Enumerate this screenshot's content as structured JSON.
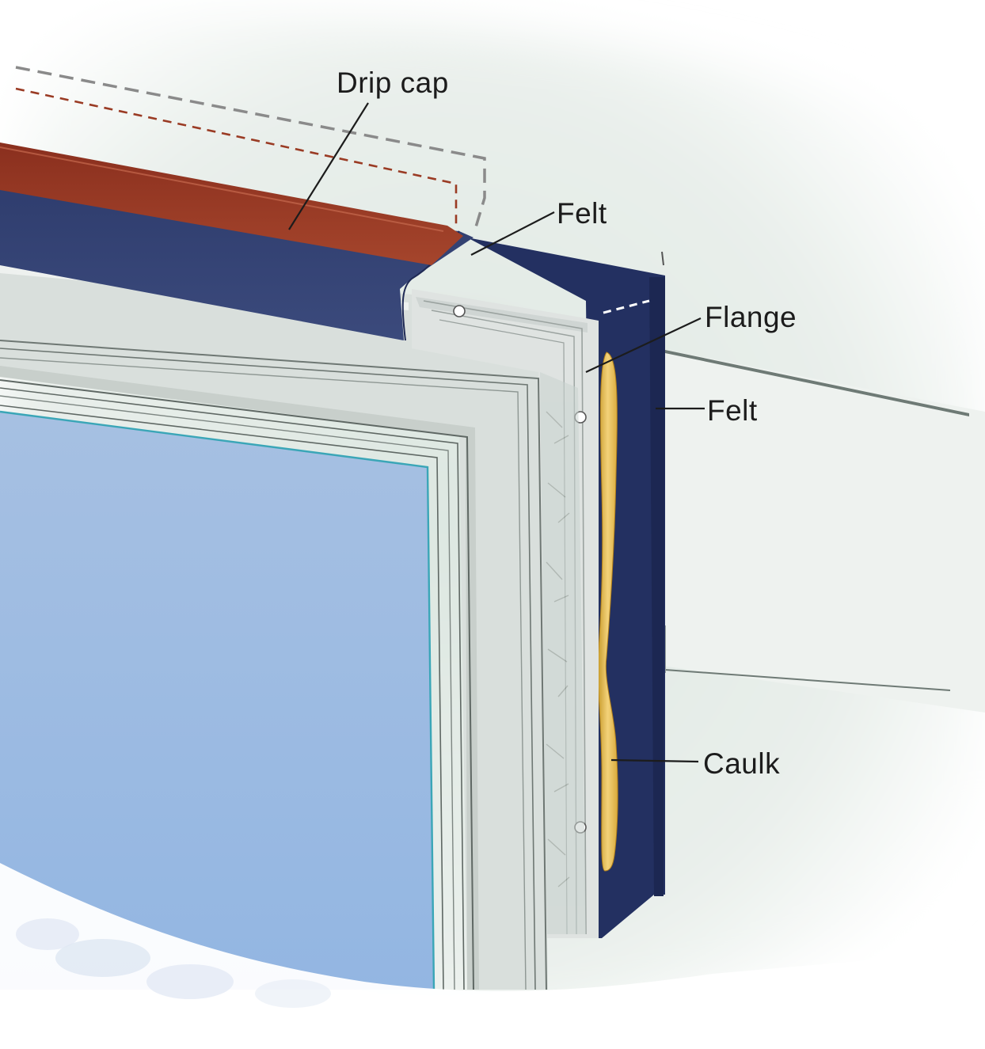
{
  "diagram": {
    "labels": {
      "drip_cap": "Drip cap",
      "felt_top": "Felt",
      "flange": "Flange",
      "felt_side": "Felt",
      "caulk": "Caulk"
    }
  }
}
